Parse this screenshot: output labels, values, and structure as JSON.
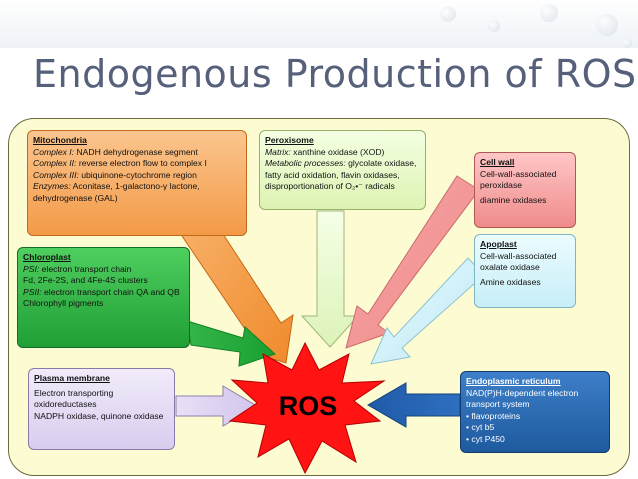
{
  "title": "Endogenous Production of ROS",
  "center": {
    "label": "ROS",
    "color": "#ff1212"
  },
  "boxes": {
    "mitochondria": {
      "heading": "Mitochondria",
      "lines": [
        {
          "label": "Complex I:",
          "text": " NADH dehydrogenase segment"
        },
        {
          "label": "Complex II:",
          "text": " reverse electron flow to complex I"
        },
        {
          "label": "Complex III:",
          "text": " ubiquinone-cytochrome region"
        },
        {
          "label": "Enzymes:",
          "text": " Aconitase, 1-galactono-γ lactone, dehydrogenase (GAL)"
        }
      ],
      "color": "#f5a04e"
    },
    "peroxisome": {
      "heading": "Peroxisome",
      "lines": [
        {
          "label": "Matrix:",
          "text": " xanthine oxidase (XOD)"
        },
        {
          "label": "Metabolic processes:",
          "text": " glycolate oxidase, fatty acid oxidation, flavin oxidases, disproportionation of O₂•⁻ radicals"
        }
      ],
      "color": "#e3f5bd"
    },
    "chloroplast": {
      "heading": "Chloroplast",
      "lines": [
        {
          "label": "PSI:",
          "text": " electron transport chain"
        },
        {
          "label": "",
          "text": "Fd, 2Fe-2S, and 4Fe-4S clusters"
        },
        {
          "label": "PSII:",
          "text": " electron transport chain QA and QB"
        },
        {
          "label": "",
          "text": "Chlorophyll pigments"
        }
      ],
      "color": "#2eb043"
    },
    "cell_wall": {
      "heading": "Cell wall",
      "lines": [
        {
          "label": "",
          "text": "Cell-wall-associated peroxidase"
        },
        {
          "label": "",
          "text": "diamine oxidases"
        }
      ],
      "color": "#f29595"
    },
    "apoplast": {
      "heading": "Apoplast",
      "lines": [
        {
          "label": "",
          "text": "Cell-wall-associated oxalate oxidase"
        },
        {
          "label": "",
          "text": "Amine oxidases"
        }
      ],
      "color": "#d0f1f8"
    },
    "plasma_membrane": {
      "heading": "Plasma membrane",
      "lines": [
        {
          "label": "",
          "text": "Electron transporting oxidoreductases"
        },
        {
          "label": "",
          "text": "NADPH oxidase, quinone oxidase"
        }
      ],
      "color": "#ded2f1"
    },
    "endoplasmic_reticulum": {
      "heading": "Endoplasmic reticulum",
      "lines": [
        {
          "label": "",
          "text": "NAD(P)H-dependent electron transport system"
        },
        {
          "label": "",
          "text": "• flavoproteins"
        },
        {
          "label": "",
          "text": "• cyt b5"
        },
        {
          "label": "",
          "text": "• cyt P450"
        }
      ],
      "color": "#2763a8"
    }
  }
}
